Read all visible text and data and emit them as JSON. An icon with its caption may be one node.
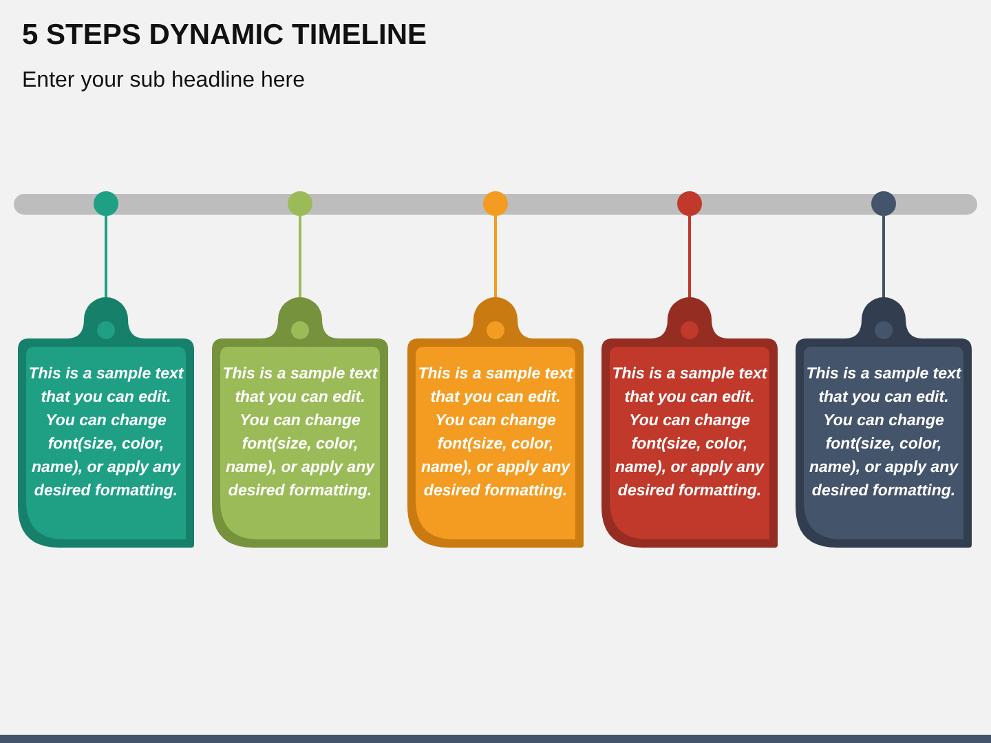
{
  "diagram": {
    "title": "5 STEPS DYNAMIC TIMELINE",
    "labels": [
      "Enter your sub headline here"
    ],
    "nodes": [
      {
        "text": [],
        "shape": "circle"
      },
      {
        "text": [],
        "shape": "circle"
      },
      {
        "text": [],
        "shape": "circle"
      },
      {
        "text": [],
        "shape": "circle"
      },
      {
        "text": [],
        "shape": "circle"
      },
      {
        "text": [
          "This is a sample text that you can edit. You can change font(size, color, name), or apply any desired formatting."
        ]
      },
      {
        "text": [
          "This is a sample text that you can edit. You can change font(size, color, name), or apply any desired formatting."
        ]
      },
      {
        "text": [
          "This is a sample text that you can edit. You can change font(size, color, name), or apply any desired formatting."
        ]
      },
      {
        "text": [
          "This is a sample text that you can edit. You can change font(size, color, name), or apply any desired formatting."
        ]
      },
      {
        "text": [
          "This is a sample text that you can edit. You can change font(size, color, name), or apply any desired formatting."
        ]
      }
    ],
    "edges": [
      {
        "from": 0,
        "to": 5,
        "arrow": "none",
        "color": "#1fa085"
      },
      {
        "from": 1,
        "to": 6,
        "arrow": "none",
        "color": "#9bbb59"
      },
      {
        "from": 2,
        "to": 7,
        "arrow": "none",
        "color": "#f39c21"
      },
      {
        "from": 3,
        "to": 8,
        "arrow": "none",
        "color": "#c0392b"
      },
      {
        "from": 4,
        "to": 9,
        "arrow": "none",
        "color": "#44546a"
      }
    ]
  }
}
